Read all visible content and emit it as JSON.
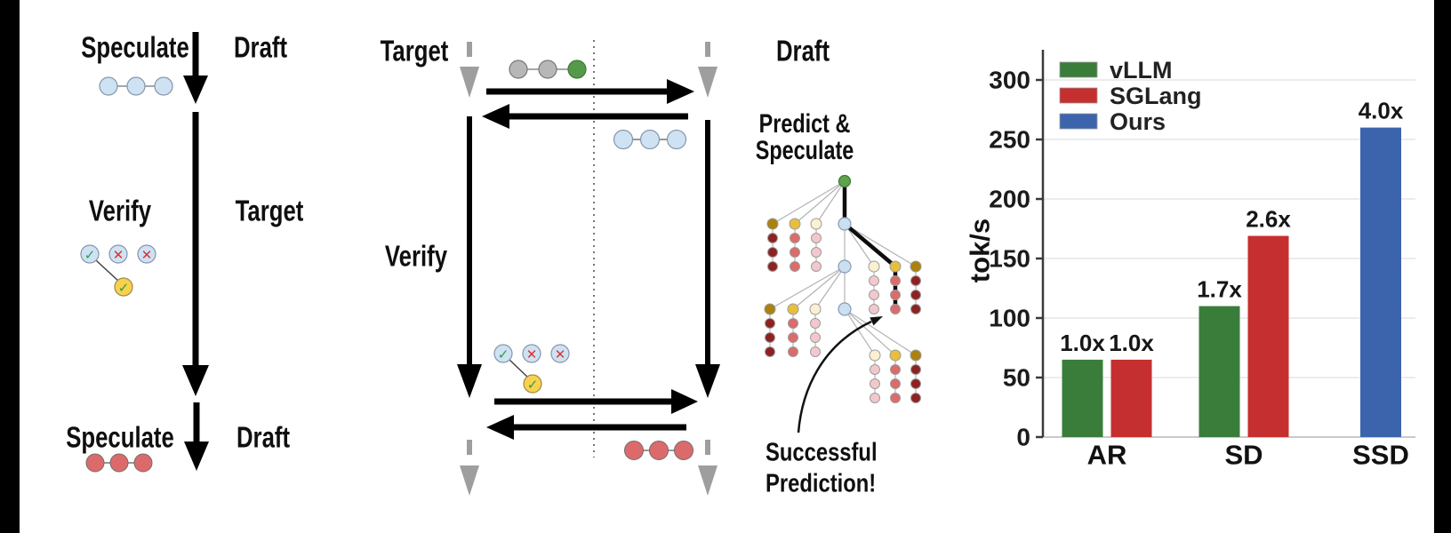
{
  "palette": {
    "token_blue": "#cfe2f3",
    "token_gray": "#b7b7b7",
    "token_green": "#55994a",
    "token_red": "#dd6a6a",
    "token_yellow": "#f8d14e",
    "check_green": "#27a04b",
    "cross_red": "#d43535",
    "tree_gold": "#ab820e",
    "tree_yellow": "#e8be3d",
    "tree_cream": "#fcf0d2",
    "tree_dark_red": "#8e2222",
    "tree_red": "#dc6b6b",
    "tree_pink": "#f3c8cd",
    "tree_blue": "#cbdff2",
    "tree_root_green": "#61a24c",
    "bar_green": "#3a7d3b",
    "bar_red": "#c62f2f",
    "bar_blue": "#3b64ad"
  },
  "icons": {
    "check": "✓",
    "cross": "✕"
  },
  "panel_left": {
    "labels": {
      "speculate_top": "Speculate",
      "draft_top": "Draft",
      "verify": "Verify",
      "target": "Target",
      "speculate_bottom": "Speculate",
      "draft_bottom": "Draft"
    }
  },
  "panel_sequence": {
    "labels": {
      "target": "Target",
      "draft": "Draft",
      "verify": "Verify"
    }
  },
  "panel_tree": {
    "labels": {
      "predict_line1": "Predict &",
      "predict_line2": "Speculate",
      "success_line1": "Successful",
      "success_line2": "Prediction!"
    }
  },
  "chart_data": {
    "type": "bar",
    "title": "",
    "xlabel": "",
    "ylabel": "tok/s",
    "categories": [
      "AR",
      "SD",
      "SSD"
    ],
    "series": [
      {
        "name": "vLLM",
        "color": "#3a7d3b",
        "values": [
          65,
          110,
          null
        ]
      },
      {
        "name": "SGLang",
        "color": "#c62f2f",
        "values": [
          65,
          169,
          null
        ]
      },
      {
        "name": "Ours",
        "color": "#3b64ad",
        "values": [
          null,
          null,
          260
        ]
      }
    ],
    "annotations": [
      [
        "1.0x",
        "1.0x"
      ],
      [
        "1.7x",
        "2.6x"
      ],
      [
        "4.0x"
      ]
    ],
    "yticks": [
      0,
      50,
      100,
      150,
      200,
      250,
      300
    ],
    "ylim": [
      0,
      310
    ],
    "grid": true,
    "legend_position": "top-left"
  }
}
